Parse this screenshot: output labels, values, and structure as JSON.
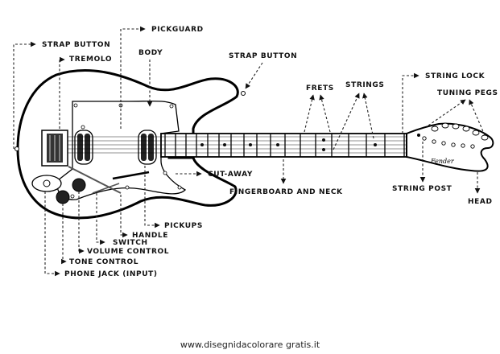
{
  "labels": {
    "strap_button_left": "Strap button",
    "tremolo": "Tremolo",
    "pickguard": "Pickguard",
    "body": "Body",
    "strap_button_right": "Strap button",
    "frets": "Frets",
    "strings": "Strings",
    "string_lock": "String lock",
    "tuning_pegs": "Tuning pegs",
    "cut_away": "Cut-away",
    "fingerboard_and_neck": "Fingerboard and neck",
    "string_post": "String post",
    "head": "Head",
    "pickups": "Pickups",
    "handle": "Handle",
    "switch": "Switch",
    "volume_control": "Volume control",
    "tone_control": "Tone control",
    "phone_jack": "Phone Jack (input)"
  },
  "headstock_logo": "Fender",
  "footer": "www.disegnidacolorare gratis.it"
}
